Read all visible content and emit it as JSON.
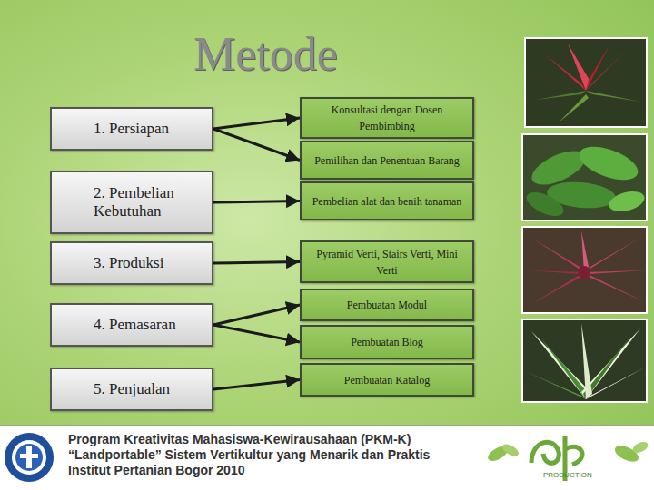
{
  "diagram": {
    "title": "Metode",
    "nodes": [
      {
        "text": [
          "1. Persiapan"
        ]
      },
      {
        "text": [
          "2. Pembelian Kebutuhan"
        ]
      },
      {
        "text": [
          "3. Produksi"
        ]
      },
      {
        "text": [
          "4. Pemasaran"
        ]
      },
      {
        "text": [
          "5. Penjualan"
        ]
      },
      {
        "text": [
          "Konsultasi dengan Dosen Pembimbing"
        ]
      },
      {
        "text": [
          "Pemilihan dan Penentuan Barang"
        ]
      },
      {
        "text": [
          "Pembelian alat dan benih tanaman"
        ]
      },
      {
        "text": [
          "Pyramid Verti, Stairs Verti, Mini Verti"
        ]
      },
      {
        "text": [
          "Pembuatan Modul"
        ]
      },
      {
        "text": [
          "Pembuatan Blog"
        ]
      },
      {
        "text": [
          "Pembuatan Katalog"
        ]
      }
    ],
    "edges": [
      {
        "from": 0,
        "to": 5,
        "arrow": "to"
      },
      {
        "from": 0,
        "to": 6,
        "arrow": "to"
      },
      {
        "from": 1,
        "to": 7,
        "arrow": "to"
      },
      {
        "from": 2,
        "to": 8,
        "arrow": "to"
      },
      {
        "from": 3,
        "to": 9,
        "arrow": "to"
      },
      {
        "from": 3,
        "to": 10,
        "arrow": "to"
      },
      {
        "from": 4,
        "to": 11,
        "arrow": "to"
      }
    ],
    "labels": [
      "Program Kreativitas Mahasiswa-Kewirausahaan (PKM-K)",
      "“Landportable” Sistem Vertikultur yang Menarik dan Praktis",
      "Institut Pertanian Bogor 2010",
      "PRODUCTION"
    ]
  }
}
